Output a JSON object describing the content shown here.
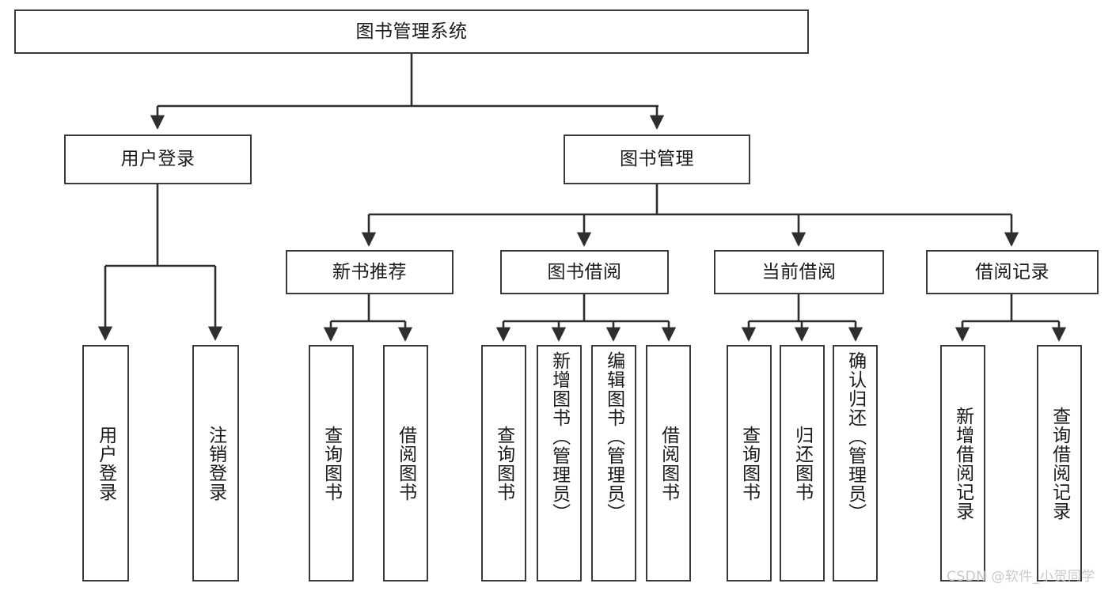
{
  "diagram": {
    "type": "tree-hierarchy",
    "title": "图书管理系统",
    "root": {
      "label": "图书管理系统"
    },
    "level1": [
      {
        "id": "user-login",
        "label": "用户登录"
      },
      {
        "id": "book-manage",
        "label": "图书管理"
      }
    ],
    "level2": [
      {
        "id": "new-book-recommend",
        "label": "新书推荐",
        "parent": "book-manage"
      },
      {
        "id": "book-borrow",
        "label": "图书借阅",
        "parent": "book-manage"
      },
      {
        "id": "current-borrow",
        "label": "当前借阅",
        "parent": "book-manage"
      },
      {
        "id": "borrow-record",
        "label": "借阅记录",
        "parent": "book-manage"
      }
    ],
    "leaves": [
      {
        "id": "leaf-user-login",
        "label": "用户登录",
        "parent": "user-login"
      },
      {
        "id": "leaf-logout-login",
        "label": "注销登录",
        "parent": "user-login"
      },
      {
        "id": "leaf-query-book-1",
        "label": "查询图书",
        "parent": "new-book-recommend"
      },
      {
        "id": "leaf-borrow-book-1",
        "label": "借阅图书",
        "parent": "new-book-recommend"
      },
      {
        "id": "leaf-query-book-2",
        "label": "查询图书",
        "parent": "book-borrow"
      },
      {
        "id": "leaf-add-book",
        "label": "新增图书（管理员）",
        "parent": "book-borrow"
      },
      {
        "id": "leaf-edit-book",
        "label": "编辑图书（管理员）",
        "parent": "book-borrow"
      },
      {
        "id": "leaf-borrow-book-2",
        "label": "借阅图书",
        "parent": "book-borrow"
      },
      {
        "id": "leaf-query-book-3",
        "label": "查询图书",
        "parent": "current-borrow"
      },
      {
        "id": "leaf-return-book",
        "label": "归还图书",
        "parent": "current-borrow"
      },
      {
        "id": "leaf-confirm-return",
        "label": "确认归还（管理员）",
        "parent": "current-borrow"
      },
      {
        "id": "leaf-add-record",
        "label": "新增借阅记录",
        "parent": "borrow-record"
      },
      {
        "id": "leaf-query-record",
        "label": "查询借阅记录",
        "parent": "borrow-record"
      }
    ]
  },
  "watermark": {
    "text": "CSDN @软件_小贺同学"
  },
  "colors": {
    "border": "#3a3a3a",
    "text": "#1a1a1a",
    "background": "#ffffff",
    "watermark": "#c9c9c9"
  }
}
